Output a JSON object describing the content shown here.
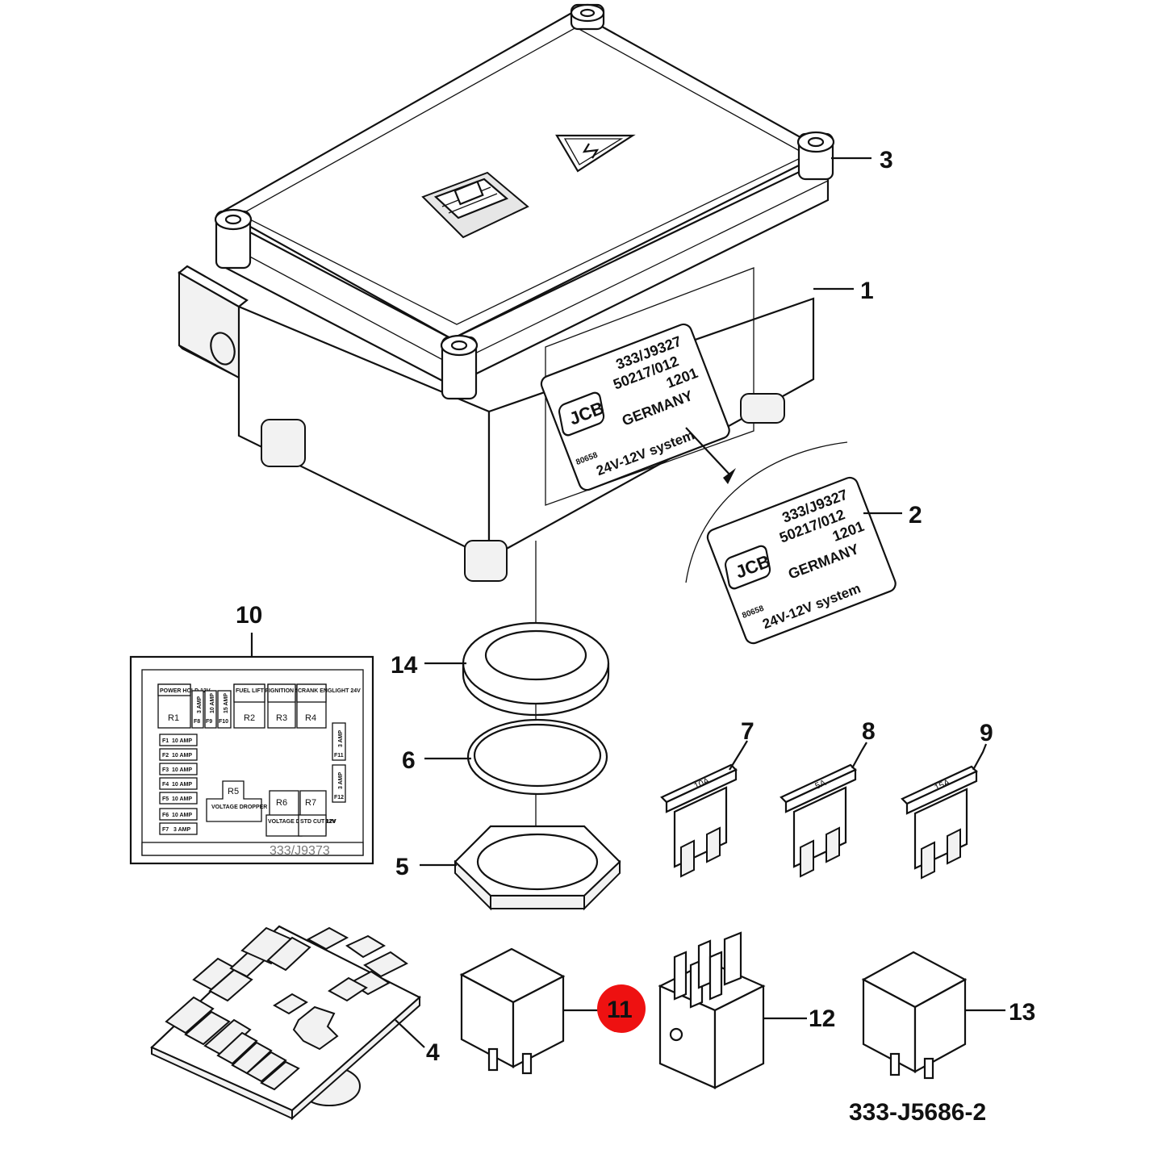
{
  "diagram": {
    "drawing_number": "333-J5686-2",
    "highlight_color": "#ee1111",
    "highlighted_callout": "11",
    "callouts": {
      "c1": "1",
      "c2": "2",
      "c3": "3",
      "c4": "4",
      "c5": "5",
      "c6": "6",
      "c7": "7",
      "c8": "8",
      "c9": "9",
      "c10": "10",
      "c11": "11",
      "c12": "12",
      "c13": "13",
      "c14": "14"
    },
    "box_label": {
      "part_no": "333/J9327",
      "code": "50217/012",
      "date": "1201",
      "country": "GERMANY",
      "ref": "80658",
      "system": "24V-12V system",
      "logo": "JCB"
    },
    "fuse_ratings": {
      "f7": "10A",
      "f8": "5A",
      "f9": "15A"
    },
    "fuse_chart": {
      "part_no": "333/J9373",
      "relays_top": [
        {
          "label": "POWER HOLD 12V",
          "id": "R1"
        },
        {
          "label": "FUEL LIFT PUMP 12V",
          "id": "R2"
        },
        {
          "label": "IGNITION SENSE 24V",
          "id": "R3"
        },
        {
          "label": "CRANK ENGLIGHT 24V",
          "id": "R4"
        }
      ],
      "small_fuses": [
        "F8",
        "F9",
        "F10"
      ],
      "small_fuse_ratings": [
        "3 AMP",
        "10 AMP",
        "15 AMP"
      ],
      "fuses_left": [
        {
          "id": "F1",
          "rating": "10 AMP"
        },
        {
          "id": "F2",
          "rating": "10 AMP"
        },
        {
          "id": "F3",
          "rating": "10 AMP"
        },
        {
          "id": "F4",
          "rating": "10 AMP"
        },
        {
          "id": "F5",
          "rating": "10 AMP"
        },
        {
          "id": "F6",
          "rating": "10 AMP"
        },
        {
          "id": "F7",
          "rating": "3 AMP"
        }
      ],
      "fuses_right": [
        {
          "id": "F11",
          "rating": "3 AMP"
        },
        {
          "id": "F12",
          "rating": "3 AMP"
        }
      ],
      "relay_r5": {
        "id": "R5",
        "label": "VOLTAGE DROPPER 24V"
      },
      "relay_r6": {
        "id": "R6",
        "label": "VOLTAGE DROPPER 12V"
      },
      "relay_r7": {
        "id": "R7",
        "label": "STD CUT 12V"
      }
    }
  }
}
